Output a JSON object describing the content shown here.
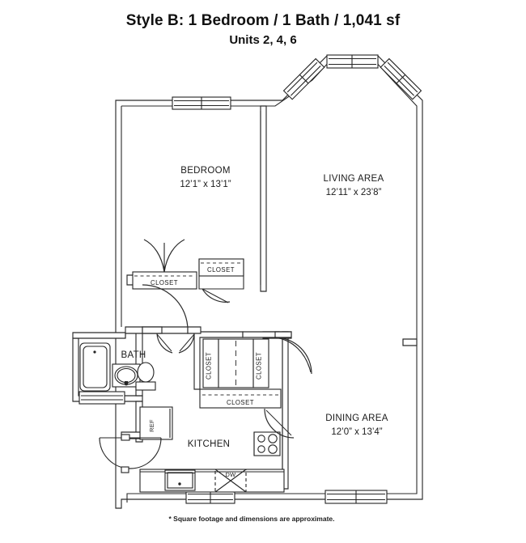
{
  "title": {
    "main": "Style B:  1 Bedroom / 1 Bath / 1,041 sf",
    "subtitle": "Units 2, 4, 6"
  },
  "footnote": "* Square footage and dimensions are approximate.",
  "colors": {
    "wall": "#2b2b2b",
    "fixture": "#242424",
    "text": "#1a1a1a",
    "background": "#ffffff",
    "door_leaf": "#5a5a5a"
  },
  "rooms": [
    {
      "id": "bedroom",
      "name": "BEDROOM",
      "dimensions": "12’1” x 13’1”"
    },
    {
      "id": "living_area",
      "name": "LIVING AREA",
      "dimensions": "12’11” x 23’8”"
    },
    {
      "id": "dining_area",
      "name": "DINING AREA",
      "dimensions": "12’0” x 13’4”"
    },
    {
      "id": "bath",
      "name": "BATH",
      "dimensions": ""
    },
    {
      "id": "kitchen",
      "name": "KITCHEN",
      "dimensions": ""
    }
  ],
  "closets": [
    {
      "id": "bedroom_closet_main",
      "label": "CLOSET",
      "orientation": "horizontal"
    },
    {
      "id": "bedroom_closet_small",
      "label": "CLOSET",
      "orientation": "horizontal"
    },
    {
      "id": "hall_closet_left",
      "label": "CLOSET",
      "orientation": "vertical"
    },
    {
      "id": "hall_closet_right",
      "label": "CLOSET",
      "orientation": "vertical"
    },
    {
      "id": "hall_closet_lower",
      "label": "CLOSET",
      "orientation": "horizontal"
    }
  ],
  "appliances": [
    {
      "id": "refrigerator",
      "label": "REF",
      "orientation": "vertical"
    },
    {
      "id": "dishwasher",
      "label": "DW",
      "orientation": "horizontal"
    }
  ]
}
